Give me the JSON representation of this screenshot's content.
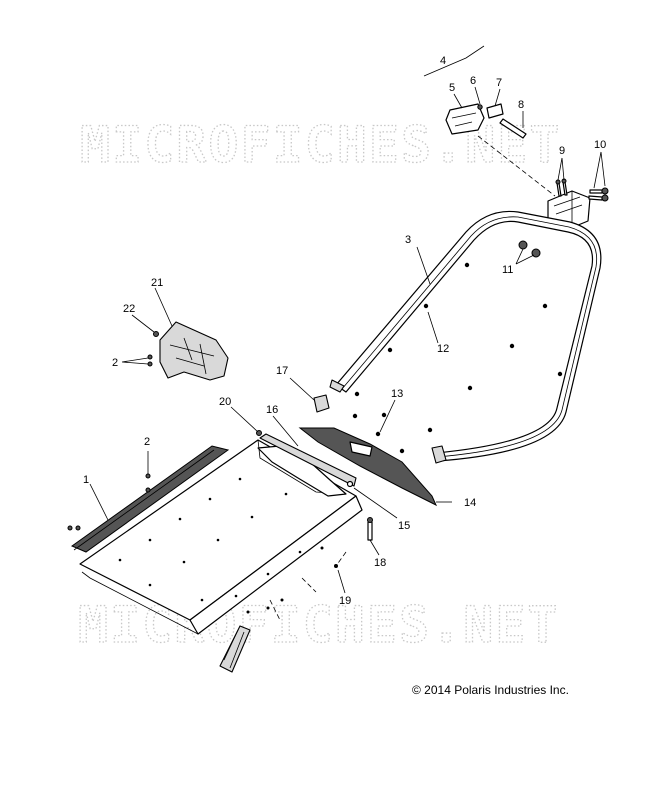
{
  "watermark": "MICROFICHES.NET",
  "copyright": "© 2014 Polaris Industries Inc.",
  "callouts": {
    "c1": "1",
    "c2a": "2",
    "c2b": "2",
    "c3": "3",
    "c4": "4",
    "c5": "5",
    "c6": "6",
    "c7": "7",
    "c8": "8",
    "c9": "9",
    "c10": "10",
    "c11": "11",
    "c12": "12",
    "c13": "13",
    "c14": "14",
    "c15": "15",
    "c16": "16",
    "c17": "17",
    "c18": "18",
    "c19": "19",
    "c20": "20",
    "c21": "21",
    "c22": "22"
  }
}
